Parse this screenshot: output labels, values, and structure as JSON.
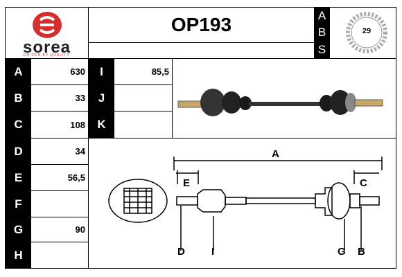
{
  "part_number": "OP193",
  "brand": {
    "name": "sorea",
    "tagline": "DRIVEN BY QUALITY",
    "color": "#d32f2f"
  },
  "abs_letters": [
    "A",
    "B",
    "S"
  ],
  "abs_teeth": "29",
  "rows_left": [
    {
      "letter": "A",
      "value": "630"
    },
    {
      "letter": "B",
      "value": "33"
    },
    {
      "letter": "C",
      "value": "108"
    },
    {
      "letter": "D",
      "value": "34"
    },
    {
      "letter": "E",
      "value": "56,5"
    },
    {
      "letter": "F",
      "value": ""
    },
    {
      "letter": "G",
      "value": "90"
    },
    {
      "letter": "H",
      "value": ""
    }
  ],
  "rows_mid": [
    {
      "letter": "I",
      "value": "85,5"
    },
    {
      "letter": "J",
      "value": ""
    },
    {
      "letter": "K",
      "value": ""
    }
  ],
  "diagram_labels": {
    "A": "A",
    "E": "E",
    "C": "C",
    "D": "D",
    "I": "I",
    "G": "G",
    "B": "B"
  }
}
